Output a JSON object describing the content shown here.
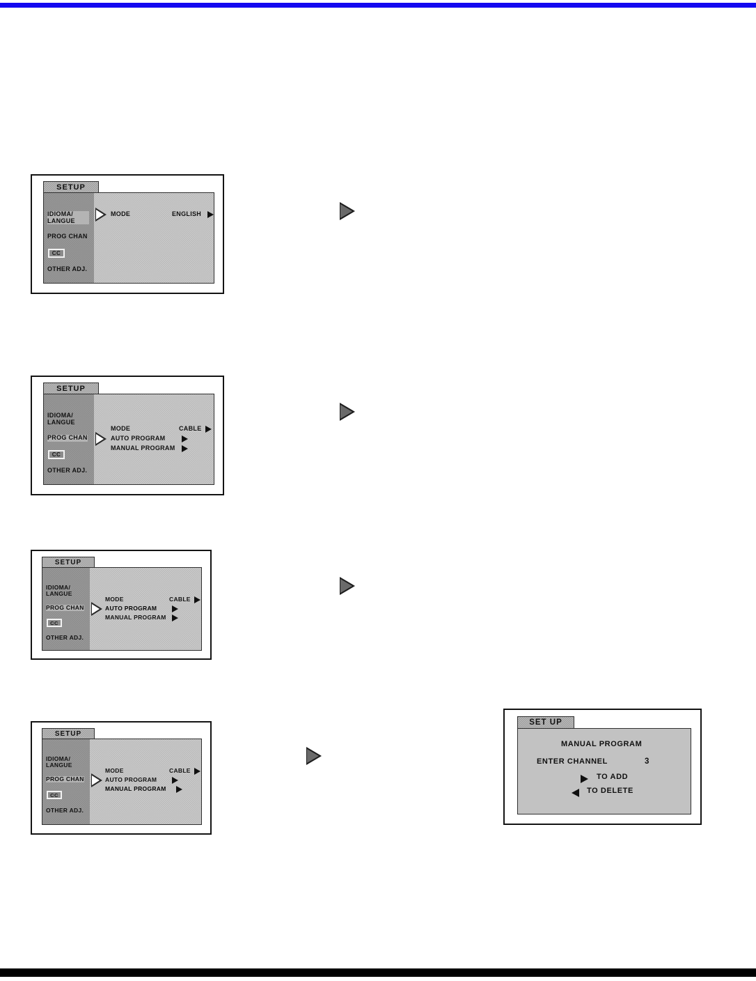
{
  "page": {
    "top_rule_color": "#1408f0",
    "bottom_rule_color": "#000000",
    "background": "#ffffff"
  },
  "sidebar_items": {
    "idioma": "IDIOMA/\nLANGUE",
    "prog_chan": "PROG CHAN",
    "cc": "CC",
    "other_adj": "OTHER ADJ."
  },
  "panels": [
    {
      "id": "panel-language",
      "tab_label": "SETUP",
      "selected_sidebar": "idioma",
      "rows": [
        {
          "label": "MODE",
          "value": "ENGLISH",
          "value_arrow": true,
          "bold": false
        }
      ],
      "cursor_row": 0
    },
    {
      "id": "panel-prog-chan",
      "tab_label": "SETUP",
      "selected_sidebar": "prog_chan",
      "rows": [
        {
          "label": "MODE",
          "value": "CABLE",
          "value_arrow": true,
          "bold": false
        },
        {
          "label": "AUTO PROGRAM",
          "value": "",
          "value_arrow": true,
          "bold": false
        },
        {
          "label": "MANUAL PROGRAM",
          "value": "",
          "value_arrow": true,
          "bold": false
        }
      ],
      "cursor_row": 1
    },
    {
      "id": "panel-auto-program",
      "tab_label": "SETUP",
      "selected_sidebar": "prog_chan",
      "rows": [
        {
          "label": "MODE",
          "value": "CABLE",
          "value_arrow": true,
          "bold": false
        },
        {
          "label": "AUTO PROGRAM",
          "value": "",
          "value_arrow": true,
          "bold": true
        },
        {
          "label": "MANUAL PROGRAM",
          "value": "",
          "value_arrow": true,
          "bold": false
        }
      ],
      "cursor_row": 1
    },
    {
      "id": "panel-manual-program",
      "tab_label": "SETUP",
      "selected_sidebar": "prog_chan",
      "rows": [
        {
          "label": "MODE",
          "value": "CABLE",
          "value_arrow": true,
          "bold": false
        },
        {
          "label": "AUTO PROGRAM",
          "value": "",
          "value_arrow": true,
          "bold": false
        },
        {
          "label": "MANUAL PROGRAM",
          "value": "",
          "value_arrow": true,
          "bold": true
        }
      ],
      "cursor_row": 2
    }
  ],
  "manual_program_panel": {
    "tab_label": "SET UP",
    "title": "MANUAL PROGRAM",
    "enter_channel_label": "ENTER CHANNEL",
    "channel_value": "3",
    "to_add_label": "TO ADD",
    "to_delete_label": "TO DELETE"
  },
  "flow_arrows": [
    {
      "name": "flow-arrow-1"
    },
    {
      "name": "flow-arrow-2"
    },
    {
      "name": "flow-arrow-3"
    },
    {
      "name": "flow-arrow-4"
    }
  ]
}
